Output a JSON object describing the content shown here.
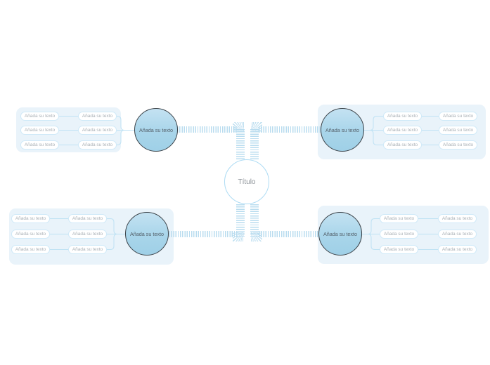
{
  "diagram": {
    "center_label": "Título"
  },
  "branches": [
    {
      "position": "top-left",
      "label": "Añada su texto",
      "nodes": [
        {
          "label": "Añada su texto",
          "sublabel": "Añada su texto"
        },
        {
          "label": "Añada su texto",
          "sublabel": "Añada su texto"
        },
        {
          "label": "Añada su texto",
          "sublabel": "Añada su texto"
        }
      ]
    },
    {
      "position": "top-right",
      "label": "Añada su texto",
      "nodes": [
        {
          "label": "Añada su texto",
          "sublabel": "Añada su texto"
        },
        {
          "label": "Añada su texto",
          "sublabel": "Añada su texto"
        },
        {
          "label": "Añada su texto",
          "sublabel": "Añada su texto"
        }
      ]
    },
    {
      "position": "bottom-left",
      "label": "Añada su texto",
      "nodes": [
        {
          "label": "Añada su texto",
          "sublabel": "Añada su texto"
        },
        {
          "label": "Añada su texto",
          "sublabel": "Añada su texto"
        },
        {
          "label": "Añada su texto",
          "sublabel": "Añada su texto"
        }
      ]
    },
    {
      "position": "bottom-right",
      "label": "Añada su texto",
      "nodes": [
        {
          "label": "Añada su texto",
          "sublabel": "Añada su texto"
        },
        {
          "label": "Añada su texto",
          "sublabel": "Añada su texto"
        },
        {
          "label": "Añada su texto",
          "sublabel": "Añada su texto"
        }
      ]
    }
  ],
  "colors": {
    "background": "#ffffff",
    "group_background": "#e9f3fa",
    "connector_stripe": "#b9dcef",
    "thin_line": "#bfe2f4",
    "pill_border": "#cfe9f8",
    "pill_text": "#a9b0b6",
    "node_fill_top": "#c4e2f2",
    "node_fill_bottom": "#9fd0e7",
    "node_border": "#3a4147",
    "node_text": "#54606a",
    "center_border": "#aedcf4",
    "center_text": "#8d9399"
  }
}
